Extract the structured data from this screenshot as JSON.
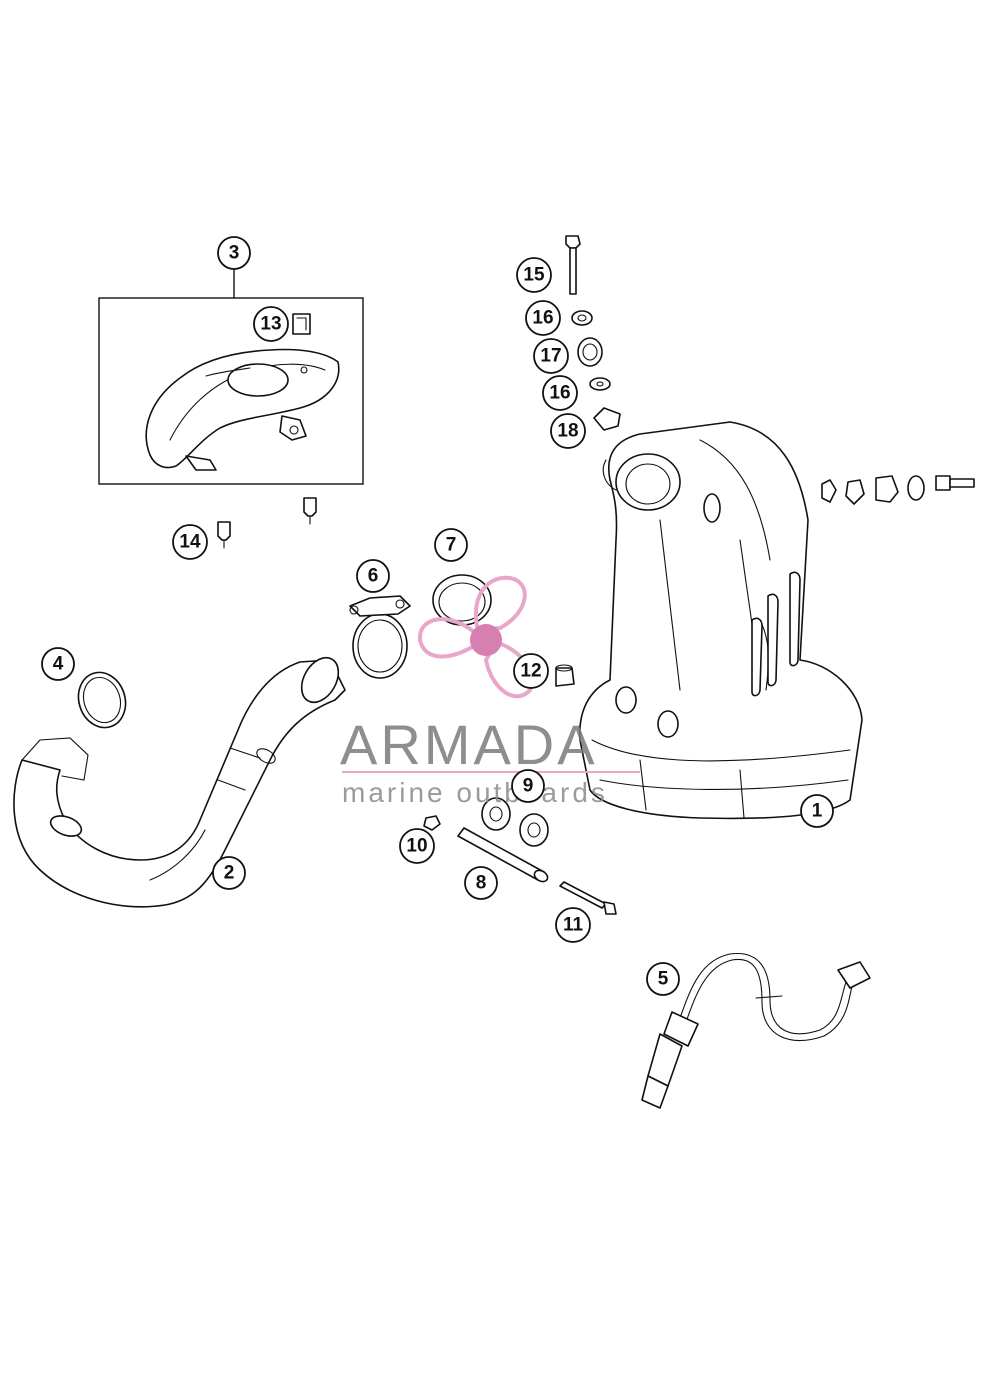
{
  "diagram": {
    "callouts": [
      {
        "id": "callout-1",
        "label": "1"
      },
      {
        "id": "callout-2",
        "label": "2"
      },
      {
        "id": "callout-3",
        "label": "3"
      },
      {
        "id": "callout-4",
        "label": "4"
      },
      {
        "id": "callout-5",
        "label": "5"
      },
      {
        "id": "callout-6",
        "label": "6"
      },
      {
        "id": "callout-7",
        "label": "7"
      },
      {
        "id": "callout-8",
        "label": "8"
      },
      {
        "id": "callout-9",
        "label": "9"
      },
      {
        "id": "callout-10",
        "label": "10"
      },
      {
        "id": "callout-11",
        "label": "11"
      },
      {
        "id": "callout-12",
        "label": "12"
      },
      {
        "id": "callout-13",
        "label": "13"
      },
      {
        "id": "callout-14",
        "label": "14"
      },
      {
        "id": "callout-15",
        "label": "15"
      },
      {
        "id": "callout-16a",
        "label": "16"
      },
      {
        "id": "callout-16b",
        "label": "16"
      },
      {
        "id": "callout-17",
        "label": "17"
      },
      {
        "id": "callout-18",
        "label": "18"
      }
    ]
  },
  "watermark": {
    "title": "ARMADA",
    "subtitle": "marine outboards",
    "accent_color": "#e8a6c8",
    "accent_dark": "#d77fb0"
  },
  "colors": {
    "line": "#111111",
    "background": "#ffffff"
  }
}
